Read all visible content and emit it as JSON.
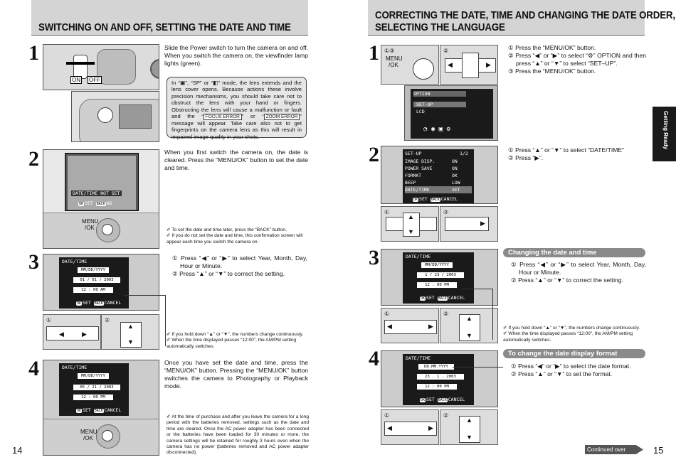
{
  "left_page": {
    "header_title": "SWITCHING ON AND OFF,   SETTING THE DATE AND TIME",
    "page_number": "14",
    "step1": {
      "num": "1",
      "text": "Slide the Power switch to turn the camera on and off. When you switch the camera on, the viewfinder lamp lights (green).",
      "switch_on": "ON",
      "switch_off": "OFF",
      "warning": {
        "text_a": "In “",
        "text_b": "”, “SP” or “",
        "text_c": "” mode, the lens extends and the lens cover opens. Because actions these involve precision mechanisms, you should take care not to obstruct the lens with your hand or fingers. Obstructing the lens will cause a malfunction or fault and the “",
        "focus_error": "FOCUS ERROR",
        "text_d": "” or “",
        "zoom_error": "ZOOM ERROR",
        "text_e": "” message will appear. Take care also not to get fingerprints on the camera lens as this will result in impaired image quality in your shots."
      }
    },
    "step2": {
      "num": "2",
      "text": "When you first switch the camera on, the date is cleared. Press the “MENU/OK” button to set the date and time.",
      "lcd_msg": "DATE/TIME NOT SET",
      "lcd_set": "SET",
      "lcd_no": "NO",
      "menu_label_a": "MENU",
      "menu_label_b": "/OK",
      "note1": "To set the date and time later, press the “BACK” button.",
      "note2": "If you do not set the date and time, this confirmation screen will appear each time you switch the camera on."
    },
    "step3": {
      "num": "3",
      "item1": "① Press “◀” or “▶” to select Year, Month, Day, Hour or Minute.",
      "item2": "② Press “▲” or “▼” to correct the setting.",
      "lcd_title": "DATE/TIME",
      "lcd_format": "MM/DD/YYYY",
      "lcd_date": "01 / 01 / 2003",
      "lcd_time": "12 : 00  AM",
      "lcd_set": "SET",
      "lcd_cancel": "CANCEL",
      "pad1": "①",
      "pad2": "②",
      "note1": "If you hold down “▲” or “▼”, the numbers change continuously.",
      "note2": "When the time displayed passes “12:00”, the AM/PM setting automatically switches."
    },
    "step4": {
      "num": "4",
      "text": "Once you have set the date and time, press the “MENU/OK” button. Pressing the “MENU/OK” button switches the camera to Photography or Playback mode.",
      "lcd_title": "DATE/TIME",
      "lcd_format": "MM/DD/YYYY",
      "lcd_date": "05 / 21 / 2003",
      "lcd_time": "12 : 00  PM",
      "lcd_set": "SET",
      "lcd_cancel": "CANCEL",
      "menu_label_a": "MENU",
      "menu_label_b": "/OK",
      "note": "At the time of purchase and after you leave the camera for a long period with the batteries removed, settings such as the date and time are cleared. Once the AC power adapter has been connected or the batteries have been loaded for 30 minutes or more, the camera settings will be retained for roughly 3 hours even when the camera has no power (batteries removed and AC power adapter disconnected)."
    }
  },
  "right_page": {
    "header_title_line1": "CORRECTING THE DATE,   TIME AND CHANGING THE DATE ORDER,",
    "header_title_line2": "SELECTING THE LANGUAGE",
    "page_number": "15",
    "side_tab": "Getting Ready",
    "continued": "Continued over page...",
    "step1": {
      "num": "1",
      "item1": "① Press the “MENU/OK” button.",
      "item2": "② Press “◀” or “▶” to select “⚙” OPTION and then press “▲” or “▼” to select “SET–UP”.",
      "item3": "③ Press the “MENU/OK” button.",
      "menu_label_a": "MENU",
      "menu_label_b": "/OK",
      "pad_a": "①③",
      "pad_b": "②",
      "lcd_option": "OPTION",
      "lcd_setup": "SET-UP",
      "lcd_lcd": "LCD"
    },
    "step2": {
      "num": "2",
      "item1": "① Press “▲” or “▼” to select “DATE/TIME”",
      "item2": "② Press “▶”.",
      "lcd_title": "SET-UP",
      "lcd_page": "1/2",
      "rows": [
        {
          "label": "IMAGE DISP.",
          "value": "ON"
        },
        {
          "label": "POWER SAVE",
          "value": "ON"
        },
        {
          "label": "FORMAT",
          "value": "OK"
        },
        {
          "label": "BEEP",
          "value": "LOW"
        },
        {
          "label": "DATE/TIME",
          "value": "SET"
        }
      ],
      "lcd_set": "SET",
      "lcd_cancel": "CANCEL",
      "pad1": "①",
      "pad2": "②"
    },
    "step3": {
      "num": "3",
      "pill": "Changing the date and time",
      "item1": "① Press “◀” or “▶” to select Year, Month, Day, Hour or Minute.",
      "item2": "② Press “▲” or “▼” to correct the setting.",
      "lcd_title": "DATE/TIME",
      "lcd_format": "MM/DD/YYYY",
      "lcd_date": "1 / 23 / 2003",
      "lcd_time": "12 : 00  PM",
      "lcd_set": "SET",
      "lcd_cancel": "CANCEL",
      "pad1": "①",
      "pad2": "②",
      "note1": "If you hold down “▲” or “▼”, the numbers change continuously.",
      "note2": "When the time displayed passes “12:00”, the AM/PM setting automatically switches."
    },
    "step4": {
      "num": "4",
      "pill": "To change the date display format",
      "item1": "① Press “◀” or “▶” to select the date format.",
      "item2": "② Press “▲” or “▼” to set the format.",
      "lcd_title": "DATE/TIME",
      "lcd_format": "DD.MM.YYYY",
      "lcd_date": "23 . 1 . 2003",
      "lcd_time": "12 : 00  PM",
      "lcd_set": "SET",
      "lcd_cancel": "CANCEL",
      "pad1": "①",
      "pad2": "②"
    }
  },
  "colors": {
    "header_bg": "#d4d4d4",
    "pill_bg": "#8a8a8a",
    "lcd_bg": "#1a1a1a",
    "tab_bg": "#1a1a1a"
  }
}
